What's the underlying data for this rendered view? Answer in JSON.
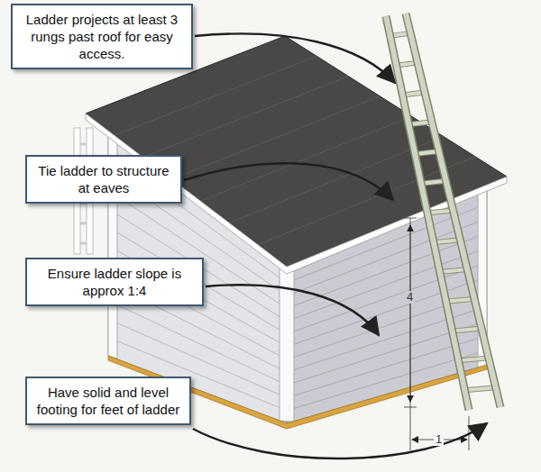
{
  "diagram": {
    "nodes": [
      {
        "text": [
          "Ladder projects at least 3 rungs past roof for easy access."
        ]
      },
      {
        "text": [
          "Tie ladder to structure at eaves"
        ]
      },
      {
        "text": [
          "Ensure ladder slope is approx 1:4"
        ]
      },
      {
        "text": [
          "Have solid and level footing for feet of ladder"
        ]
      }
    ],
    "labels": [
      "4",
      "1"
    ]
  }
}
